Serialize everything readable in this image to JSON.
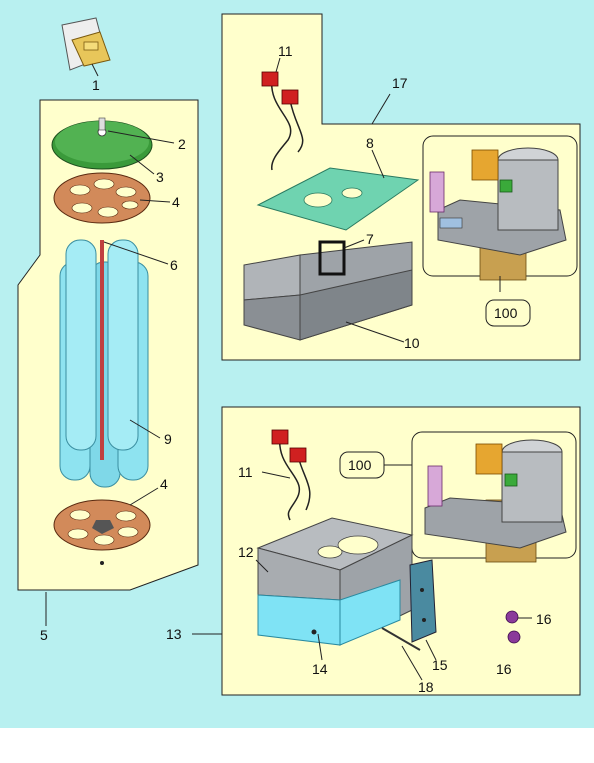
{
  "colors": {
    "background": "#b8f0f0",
    "panel": "#ffffcc",
    "outline": "#222222",
    "tube": "#8ee3f0",
    "plate_green": "#3a9a3a",
    "disc_orange": "#d28a5a",
    "housing_gray": "#9ea3a8",
    "gasket_teal": "#6fd3b0",
    "blue_bin": "#7fe3f5"
  },
  "callouts": {
    "c1": "1",
    "c2": "2",
    "c3": "3",
    "c4_top": "4",
    "c5": "5",
    "c6": "6",
    "c9": "9",
    "c4_bottom": "4",
    "c11_top": "11",
    "c17": "17",
    "c8": "8",
    "c7": "7",
    "c10": "10",
    "c100_top": "100",
    "c11_bottom": "11",
    "c100_bottom": "100",
    "c12": "12",
    "c13": "13",
    "c14": "14",
    "c15": "15",
    "c18": "18",
    "c16_top": "16",
    "c16_bottom": "16"
  }
}
